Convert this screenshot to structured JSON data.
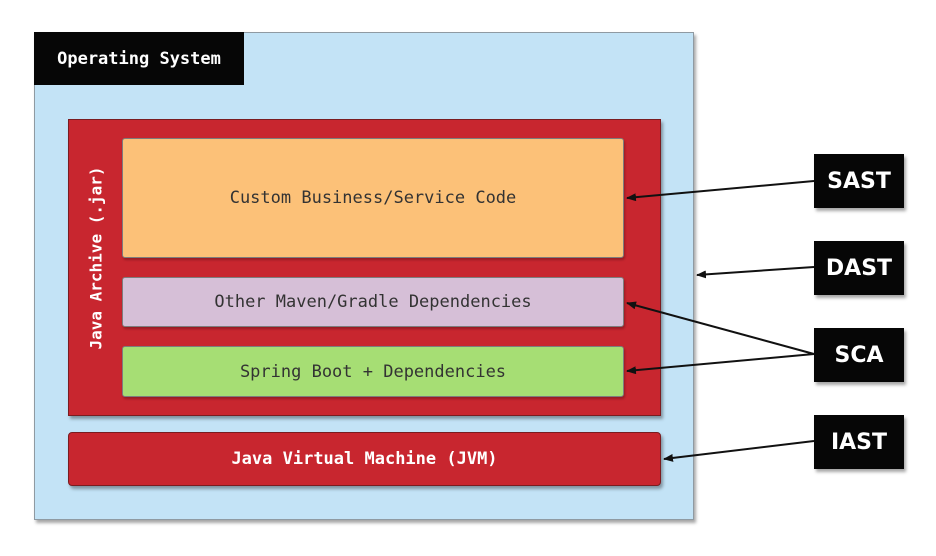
{
  "os": {
    "label": "Operating System"
  },
  "jar": {
    "label": "Java Archive (.jar)"
  },
  "layers": {
    "custom": "Custom Business/Service Code",
    "maven": "Other Maven/Gradle Dependencies",
    "spring": "Spring Boot + Dependencies"
  },
  "jvm": {
    "label": "Java Virtual Machine (JVM)"
  },
  "tools": {
    "sast": "SAST",
    "dast": "DAST",
    "sca": "SCA",
    "iast": "IAST"
  },
  "colors": {
    "os": "#c3e3f6",
    "jar": "#c8262f",
    "custom": "#fcc178",
    "maven": "#d6bfd7",
    "spring": "#a6de74",
    "label_bg": "#060606"
  }
}
